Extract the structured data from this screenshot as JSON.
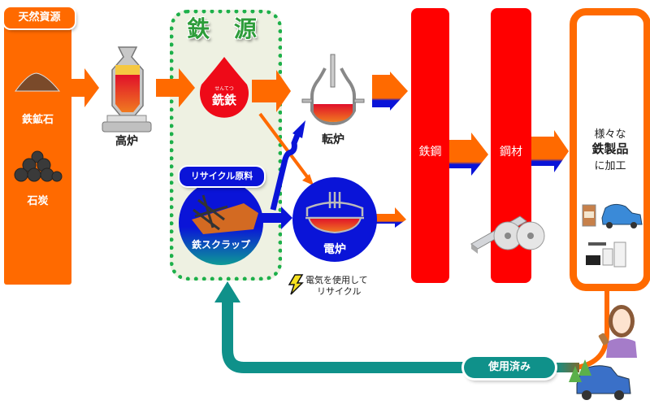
{
  "natural_resources": {
    "title": "天然資源",
    "items": [
      {
        "label": "鉄鉱石",
        "icon": "iron-ore-pile-icon"
      },
      {
        "label": "石炭",
        "icon": "coal-pile-icon"
      }
    ]
  },
  "blast_furnace": {
    "label": "高炉",
    "icon": "blast-furnace-icon"
  },
  "iron_source": {
    "title": "鉄 源",
    "pig_iron": {
      "ruby": "せんてつ",
      "label": "銑鉄"
    },
    "recycle_badge": "リサイクル原料",
    "scrap": {
      "label": "鉄スクラップ"
    }
  },
  "converter": {
    "label": "転炉",
    "icon": "converter-furnace-icon"
  },
  "electric_furnace": {
    "label": "電炉",
    "note_line1": "電気を使用して",
    "note_line2": "リサイクル",
    "icon": "lightning-icon"
  },
  "steel": {
    "label": "鉄鋼"
  },
  "steel_material": {
    "label": "鋼材",
    "icon": "steel-beam-coil-icon"
  },
  "products": {
    "line1": "様々な",
    "line2": "鉄製品",
    "line3": "に加工",
    "icons": [
      "can-icon",
      "car-icon",
      "appliances-icon"
    ]
  },
  "used": {
    "label": "使用済み"
  },
  "colors": {
    "orange": "#ff6a00",
    "red": "#ff0000",
    "blue": "#0a14d8",
    "teal": "#0f918a",
    "green_dots": "#1db04a",
    "zone_bg": "#eef1e2"
  }
}
